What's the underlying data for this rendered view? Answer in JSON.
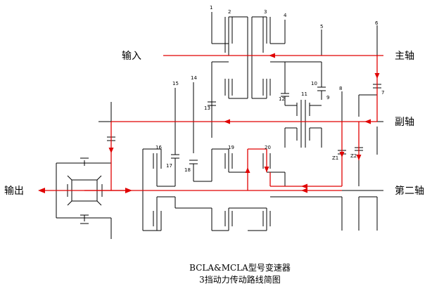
{
  "labels": {
    "input": "输入",
    "output": "输出",
    "main_shaft": "主轴",
    "counter_shaft": "副轴",
    "second_shaft": "第二轴"
  },
  "gear_numbers": [
    "1",
    "2",
    "3",
    "4",
    "5",
    "6",
    "7",
    "8",
    "9",
    "10",
    "11",
    "12",
    "13",
    "14",
    "15",
    "16",
    "17",
    "18",
    "19",
    "20",
    "Z1",
    "Z2"
  ],
  "caption": {
    "line1": "BCLA&MCLA型号变速器",
    "line2": "3挡动力传动路线简图"
  },
  "colors": {
    "line": "#000000",
    "power_path": "#e00000",
    "background": "#ffffff"
  }
}
